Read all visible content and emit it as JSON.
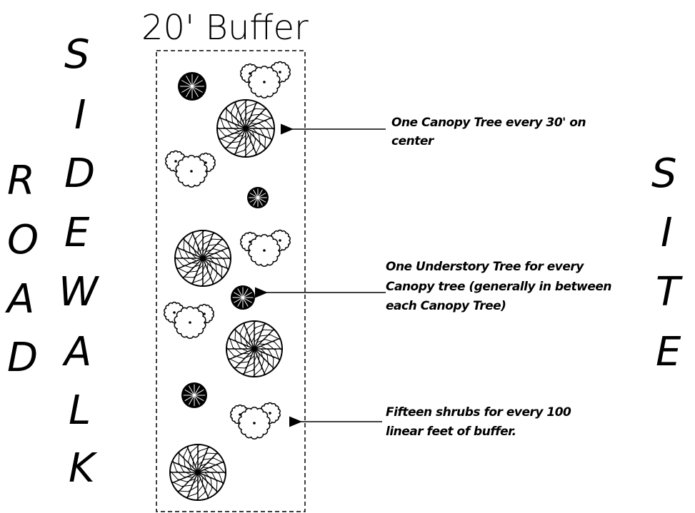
{
  "title": "20' Buffer",
  "left_label_road": [
    "R",
    "O",
    "A",
    "D"
  ],
  "left_label_sidewalk": [
    "S",
    "I",
    "D",
    "E",
    "W",
    "A",
    "L",
    "K"
  ],
  "right_label_site": [
    "S",
    "I",
    "T",
    "E"
  ],
  "callouts": {
    "canopy": [
      "One Canopy Tree every 30' on",
      "center"
    ],
    "understory": [
      "One Understory Tree for every",
      "Canopy tree (generally in between",
      "each Canopy Tree)"
    ],
    "shrubs": [
      "Fifteen shrubs for every 100",
      "linear feet of buffer."
    ]
  },
  "icons": {
    "canopy_tree": "canopy-tree-icon",
    "understory_tree": "understory-tree-icon",
    "shrub": "shrub-icon"
  },
  "colors": {
    "ink": "#000000",
    "background": "#ffffff"
  }
}
